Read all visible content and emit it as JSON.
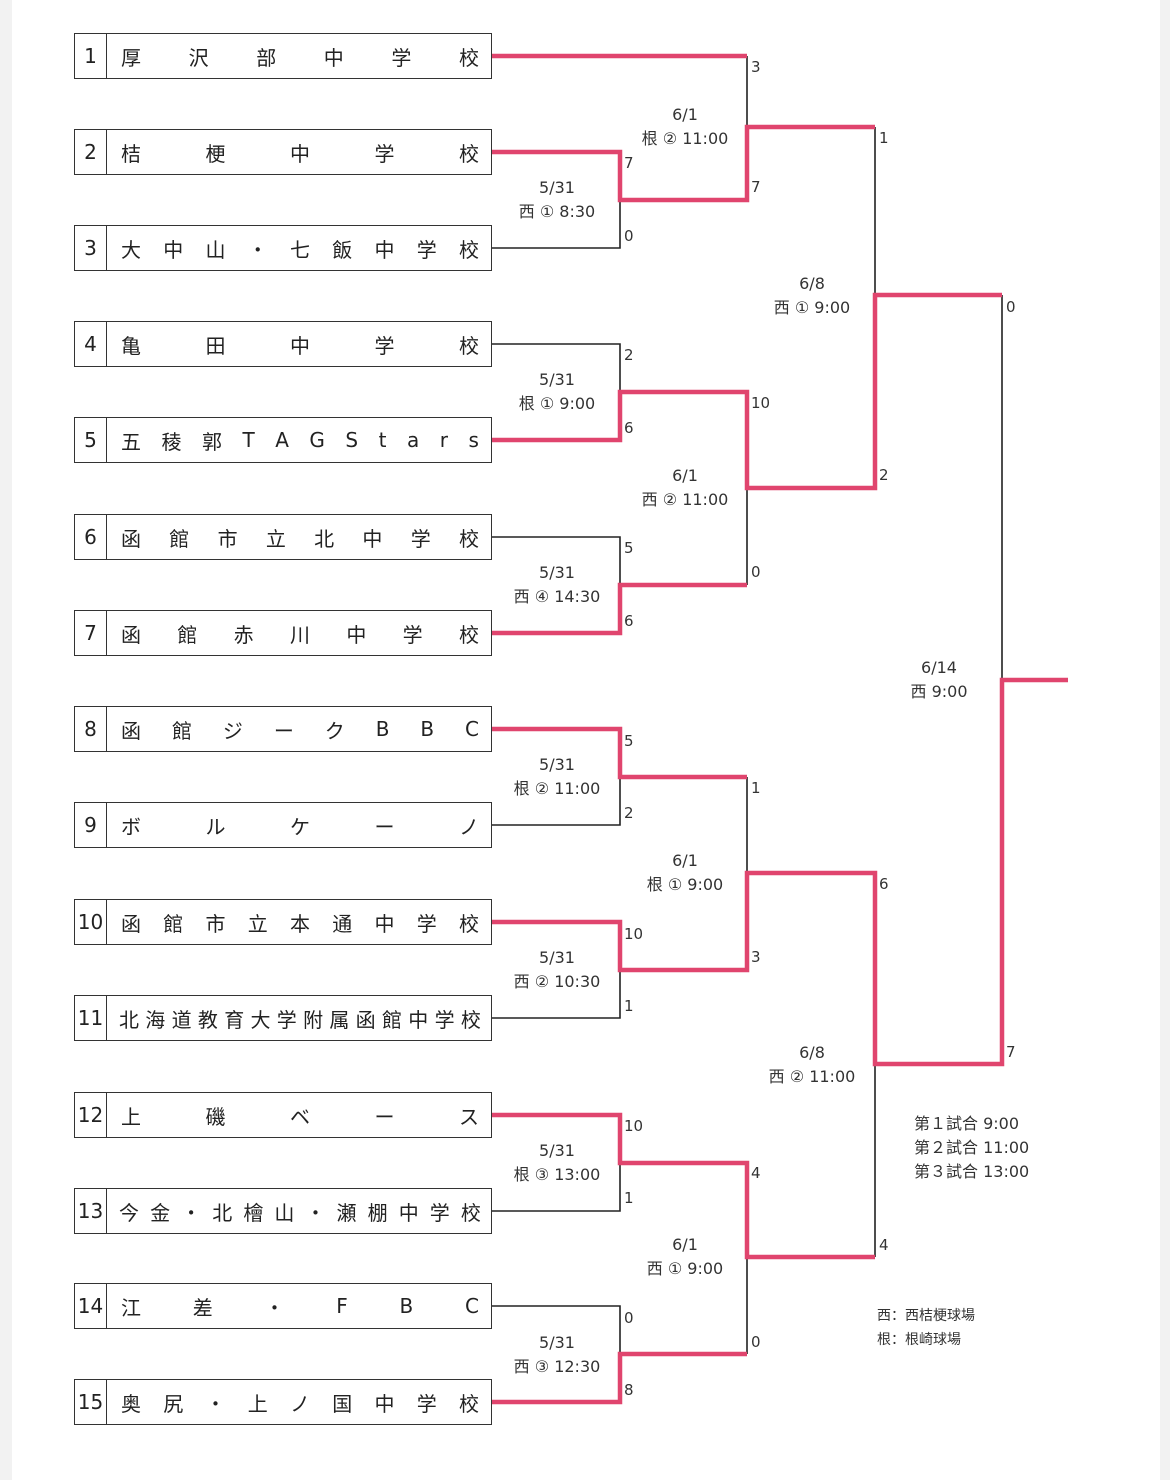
{
  "teams": [
    {
      "seed": "1",
      "name": "厚沢部中学校"
    },
    {
      "seed": "2",
      "name": "桔梗中学校"
    },
    {
      "seed": "3",
      "name": "大中山・七飯中学校"
    },
    {
      "seed": "4",
      "name": "亀田中学校"
    },
    {
      "seed": "5",
      "name": "五稜郭TAGStars"
    },
    {
      "seed": "6",
      "name": "函館市立北中学校"
    },
    {
      "seed": "7",
      "name": "函館赤川中学校"
    },
    {
      "seed": "8",
      "name": "函館ジークBBC"
    },
    {
      "seed": "9",
      "name": "ボルケーノ"
    },
    {
      "seed": "10",
      "name": "函館市立本通中学校"
    },
    {
      "seed": "11",
      "name": "北海道教育大学附属函館中学校"
    },
    {
      "seed": "12",
      "name": "上磯ベース"
    },
    {
      "seed": "13",
      "name": "今金・北檜山・瀬棚中学校"
    },
    {
      "seed": "14",
      "name": "江差・FBC"
    },
    {
      "seed": "15",
      "name": "奥尻・上ノ国中学校"
    }
  ],
  "matches": {
    "r1_2v3": {
      "date": "5/31",
      "venue_time": "西 ① 8:30",
      "score_top": "7",
      "score_bottom": "0"
    },
    "r1_4v5": {
      "date": "5/31",
      "venue_time": "根 ① 9:00",
      "score_top": "2",
      "score_bottom": "6"
    },
    "r1_6v7": {
      "date": "5/31",
      "venue_time": "西 ④ 14:30",
      "score_top": "5",
      "score_bottom": "6"
    },
    "r1_8v9": {
      "date": "5/31",
      "venue_time": "根 ② 11:00",
      "score_top": "5",
      "score_bottom": "2"
    },
    "r1_10v11": {
      "date": "5/31",
      "venue_time": "西 ② 10:30",
      "score_top": "10",
      "score_bottom": "1"
    },
    "r1_12v13": {
      "date": "5/31",
      "venue_time": "根 ③ 13:00",
      "score_top": "10",
      "score_bottom": "1"
    },
    "r1_14v15": {
      "date": "5/31",
      "venue_time": "西 ③ 12:30",
      "score_top": "0",
      "score_bottom": "8"
    },
    "r2_a": {
      "date": "6/1",
      "venue_time": "根 ② 11:00",
      "score_top": "3",
      "score_bottom": "7"
    },
    "r2_b": {
      "date": "6/1",
      "venue_time": "西 ② 11:00",
      "score_top": "10",
      "score_bottom": "0"
    },
    "r2_c": {
      "date": "6/1",
      "venue_time": "根 ① 9:00",
      "score_top": "1",
      "score_bottom": "3"
    },
    "r2_d": {
      "date": "6/1",
      "venue_time": "西 ① 9:00",
      "score_top": "4",
      "score_bottom": "0"
    },
    "sf_top": {
      "date": "6/8",
      "venue_time": "西 ① 9:00",
      "score_top": "1",
      "score_bottom": "2"
    },
    "sf_bottom": {
      "date": "6/8",
      "venue_time": "西 ② 11:00",
      "score_top": "6",
      "score_bottom": "4"
    },
    "final": {
      "date": "6/14",
      "venue_time": "西 9:00",
      "score_top": "0",
      "score_bottom": "7"
    }
  },
  "schedule_notes": [
    "第１試合 9:00",
    "第２試合 11:00",
    "第３試合 13:00"
  ],
  "legend": [
    "西：西桔梗球場",
    "根：根崎球場"
  ],
  "colors": {
    "winner": "#e0456e",
    "loser": "#222222",
    "border": "#333333"
  }
}
